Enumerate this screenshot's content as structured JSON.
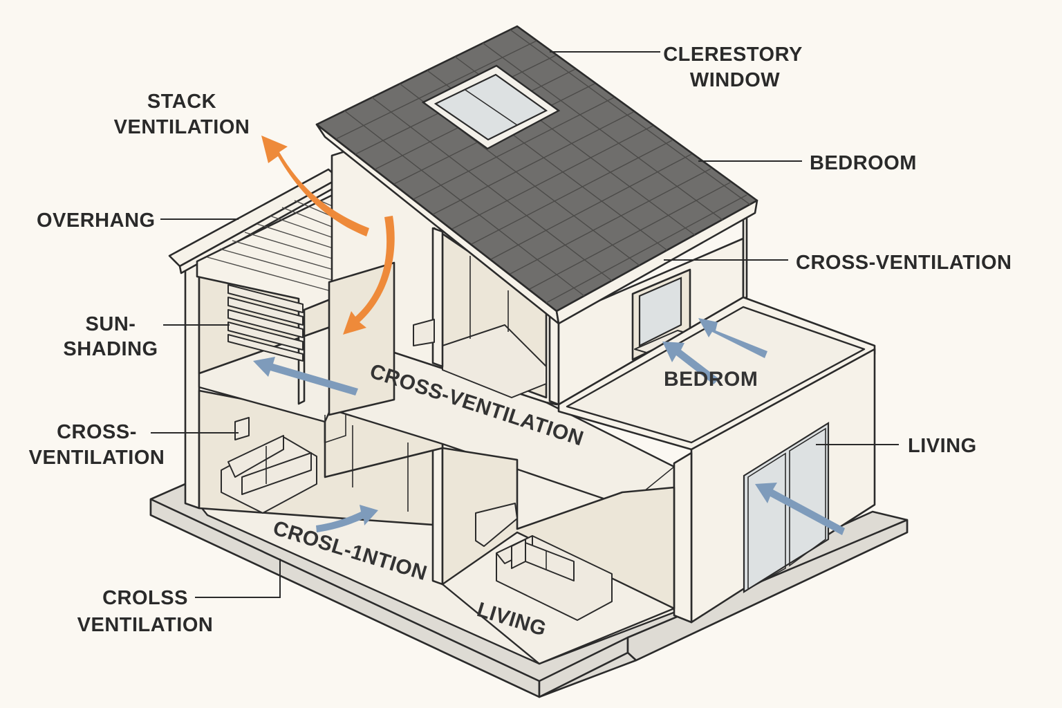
{
  "colors": {
    "background": "#fbf8f2",
    "roof": "#6f6e6c",
    "stack_arrow": "#ee8a3a",
    "air_arrow": "#7e9bbb",
    "wall": "#f6f2e9"
  },
  "callouts": {
    "stack_ventilation": [
      "STACK",
      "VENTILATION"
    ],
    "overhang": "OVERHANG",
    "sun_shading": [
      "SUN-",
      "SHADING"
    ],
    "cross_ventilation_left": [
      "CROSS-",
      "VENTILATION"
    ],
    "crolss_ventilation": [
      "CROLSS",
      "VENTILATION"
    ],
    "clerestory_window": [
      "CLERESTORY",
      "WINDOW"
    ],
    "bedroom": "BEDROOM",
    "cross_ventilation_right": "CROSS-VENTILATION",
    "living": "LIVING"
  },
  "interior_labels": {
    "cross_ventilation_upper": "CROSS-VENTILATION",
    "bedrom": "BEDROM",
    "crosli_intion": "CROSL-1NTION",
    "living_lower": "LIVING"
  },
  "icons": {
    "stack_arrows": "curved-arrow-icon",
    "airflow_arrows": "airflow-arrow-icon"
  }
}
